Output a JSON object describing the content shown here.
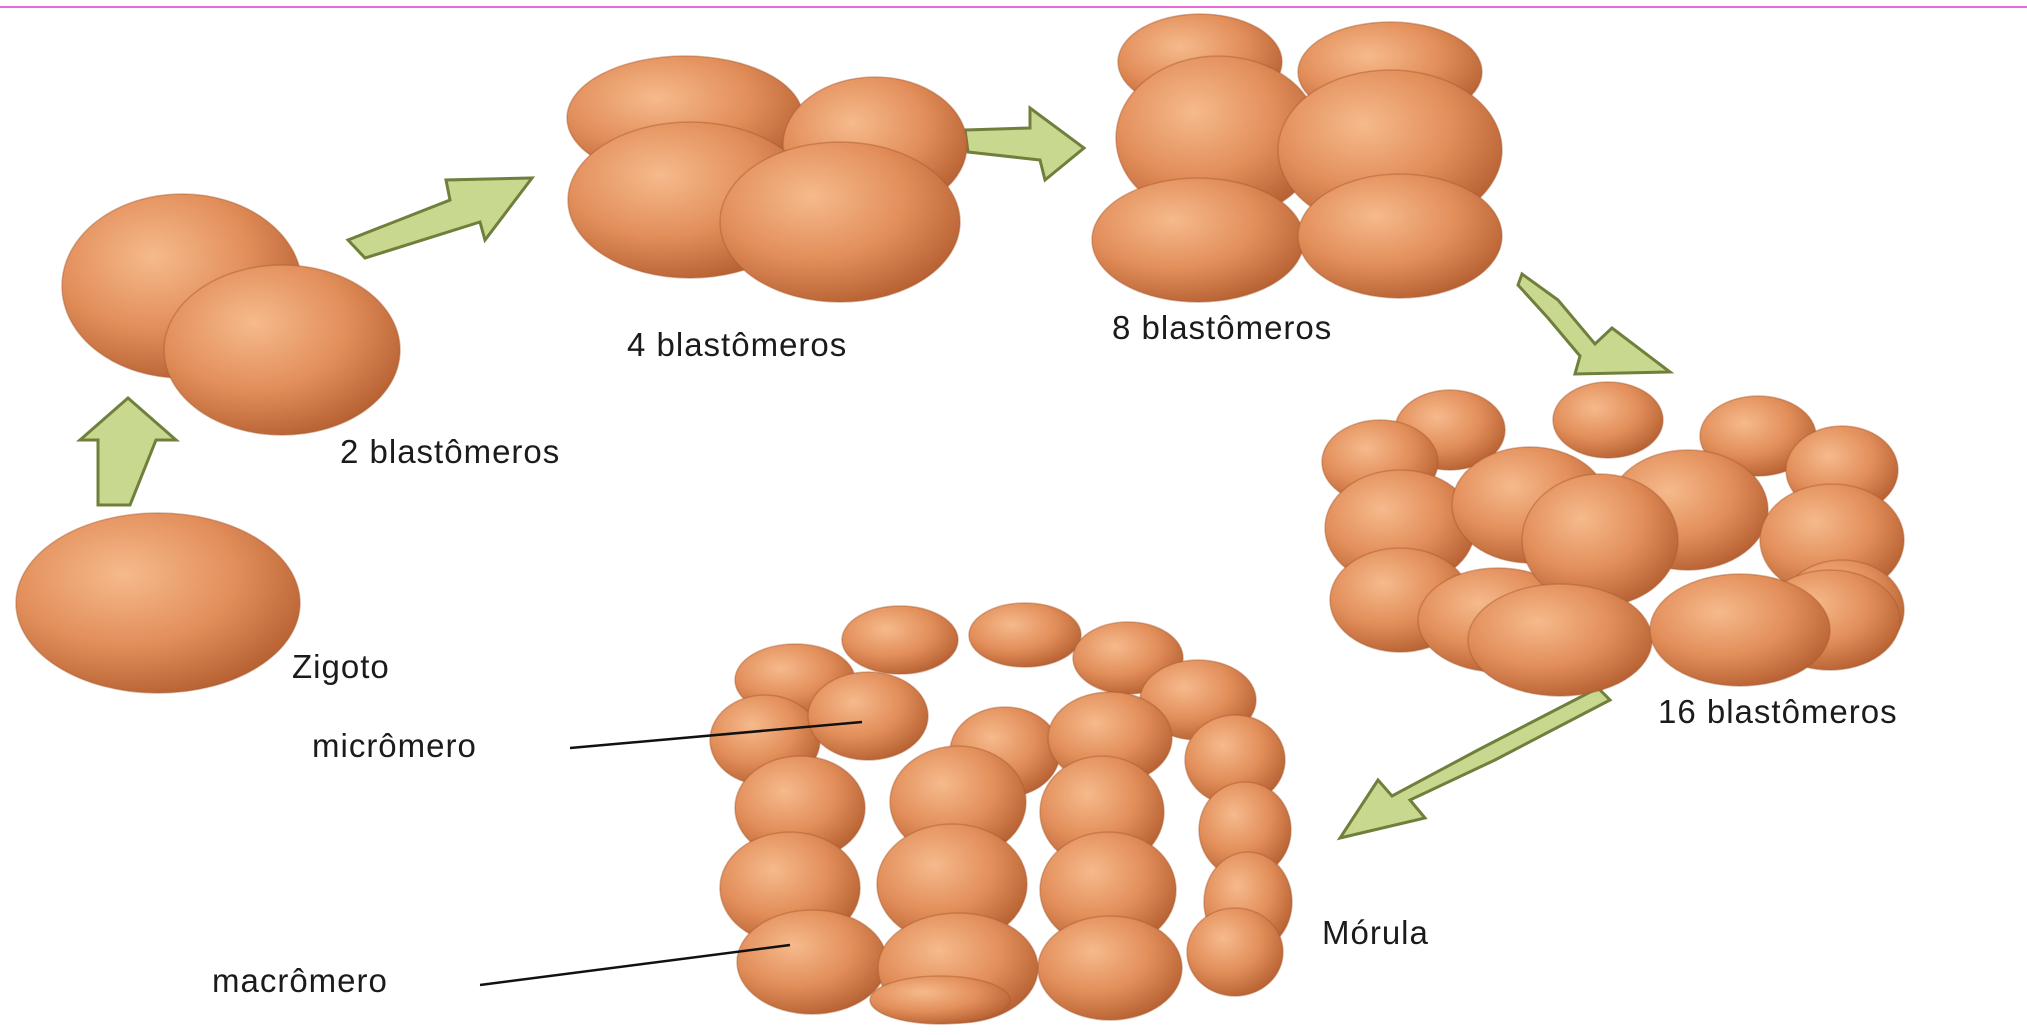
{
  "stages": {
    "zygote": "Zigoto",
    "two": "2 blastômeros",
    "four": "4 blastômeros",
    "eight": "8 blastômeros",
    "sixteen": "16 blastômeros",
    "morula": "Mórula"
  },
  "callouts": {
    "micromere": "micrômero",
    "macromere": "macrômero"
  },
  "colors": {
    "cell_light": "#f6ba8c",
    "cell_mid": "#e28e5a",
    "cell_dark": "#b45e30",
    "arrow_fill": "#c9d88f",
    "arrow_stroke": "#6f7f3c",
    "border": "#e86ad6"
  }
}
